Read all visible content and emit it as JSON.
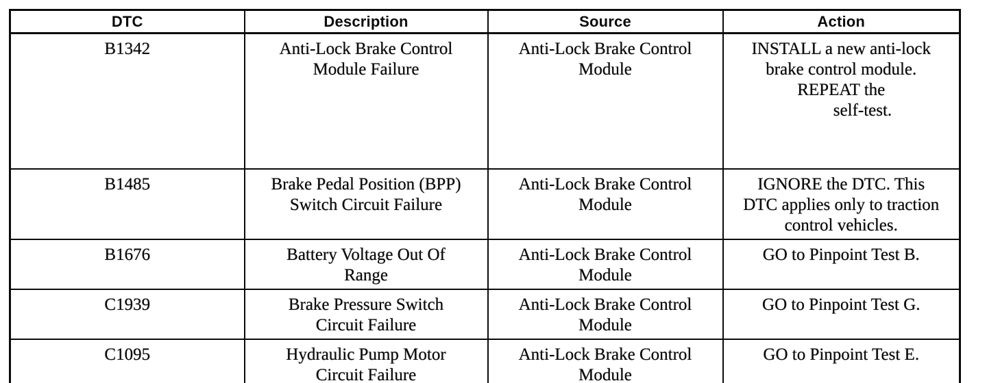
{
  "colors": {
    "paper": "#ffffff",
    "ink": "#0b0b0b"
  },
  "table": {
    "headers": [
      "DTC",
      "Description",
      "Source",
      "Action"
    ],
    "rows": [
      {
        "dtc": "B1342",
        "description": [
          "Anti-Lock Brake Control",
          "Module Failure"
        ],
        "source": [
          "Anti-Lock Brake Control",
          "Module"
        ],
        "action": [
          "INSTALL a new anti-lock",
          "brake control module.",
          "REPEAT the",
          "          self-test."
        ]
      },
      {
        "dtc": "B1485",
        "description": [
          "Brake Pedal Position (BPP)",
          "Switch Circuit Failure"
        ],
        "source": [
          "Anti-Lock Brake Control",
          "Module"
        ],
        "action": [
          "IGNORE the DTC. This",
          "DTC applies only to traction",
          "control vehicles."
        ]
      },
      {
        "dtc": "B1676",
        "description": [
          "Battery Voltage Out Of",
          "Range"
        ],
        "source": [
          "Anti-Lock Brake Control",
          "Module"
        ],
        "action": [
          "GO to Pinpoint Test B."
        ]
      },
      {
        "dtc": "C1939",
        "description": [
          "Brake Pressure Switch",
          "Circuit Failure"
        ],
        "source": [
          "Anti-Lock Brake Control",
          "Module"
        ],
        "action": [
          "GO to Pinpoint Test G."
        ]
      },
      {
        "dtc": "C1095",
        "description": [
          "Hydraulic Pump Motor",
          "Circuit Failure"
        ],
        "source": [
          "Anti-Lock Brake Control",
          "Module"
        ],
        "action": [
          "GO to Pinpoint Test E."
        ]
      }
    ]
  }
}
